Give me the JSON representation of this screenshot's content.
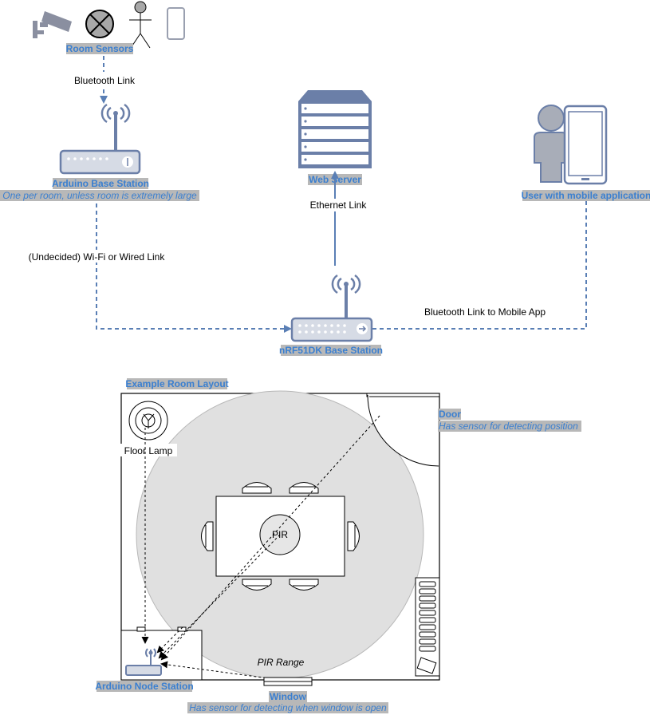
{
  "network": {
    "room_sensors": "Room Sensors",
    "bluetooth_link": "Bluetooth Link",
    "arduino_base_station": "Arduino Base Station",
    "arduino_base_note": "One per room, unless room is extremely large",
    "web_server": "Web Server",
    "ethernet_link": "Ethernet Link",
    "user_mobile": "User with mobile application",
    "wifi_wired_link": "(Undecided) Wi-Fi or Wired Link",
    "bt_mobile_link": "Bluetooth Link to Mobile App",
    "nrf_base_station": "nRF51DK Base Station"
  },
  "room": {
    "title": "Example Room Layout",
    "floor_lamp": "Floor Lamp",
    "door": "Door",
    "door_note": "Has sensor for detecting position",
    "pir": "PIR",
    "pir_range": "PIR Range",
    "arduino_node": "Arduino Node Station",
    "window": "Window",
    "window_note": "Has sensor for detecting when window is open"
  },
  "colors": {
    "device": "#6b7fa8",
    "link": "#5a7fb5",
    "label_text": "#3a7fd0",
    "label_highlight": "#b8b8b8",
    "pir_circle": "#e0e0e0"
  }
}
